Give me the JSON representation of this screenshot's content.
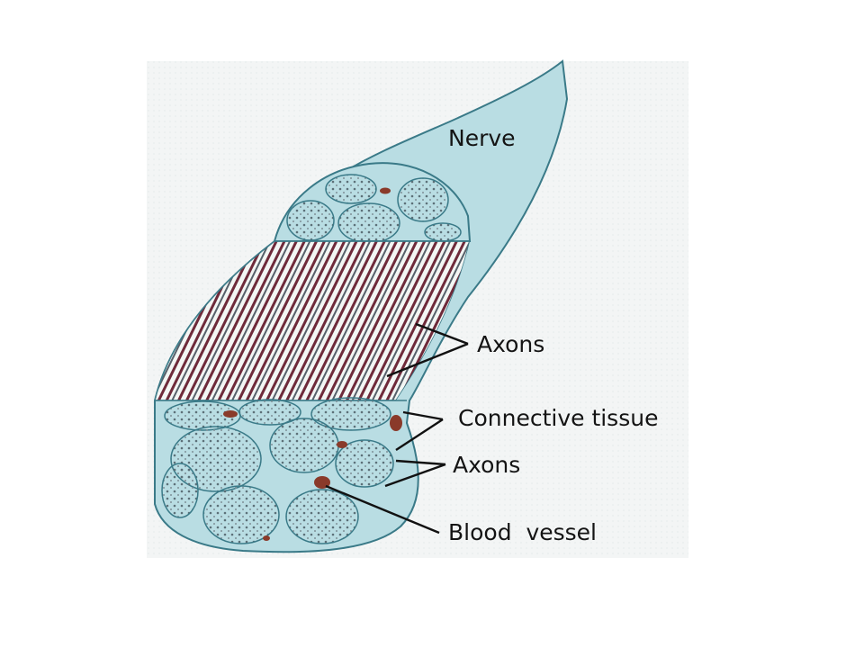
{
  "diagram": {
    "labels": {
      "nerve": "Nerve",
      "axons_upper": "Axons",
      "connective_tissue": "Connective tissue",
      "axons_lower": "Axons",
      "blood_vessel": "Blood  vessel"
    },
    "colors": {
      "background_panel": "#f1f4f4",
      "nerve_sheath": "#b9dde3",
      "sheath_outline": "#3a7a88",
      "fascicle_fill": "#f4f6f4",
      "axon_stripe": "#6e2a3a",
      "blood_vessel": "#8a3a2a",
      "label_text": "#141414"
    }
  }
}
